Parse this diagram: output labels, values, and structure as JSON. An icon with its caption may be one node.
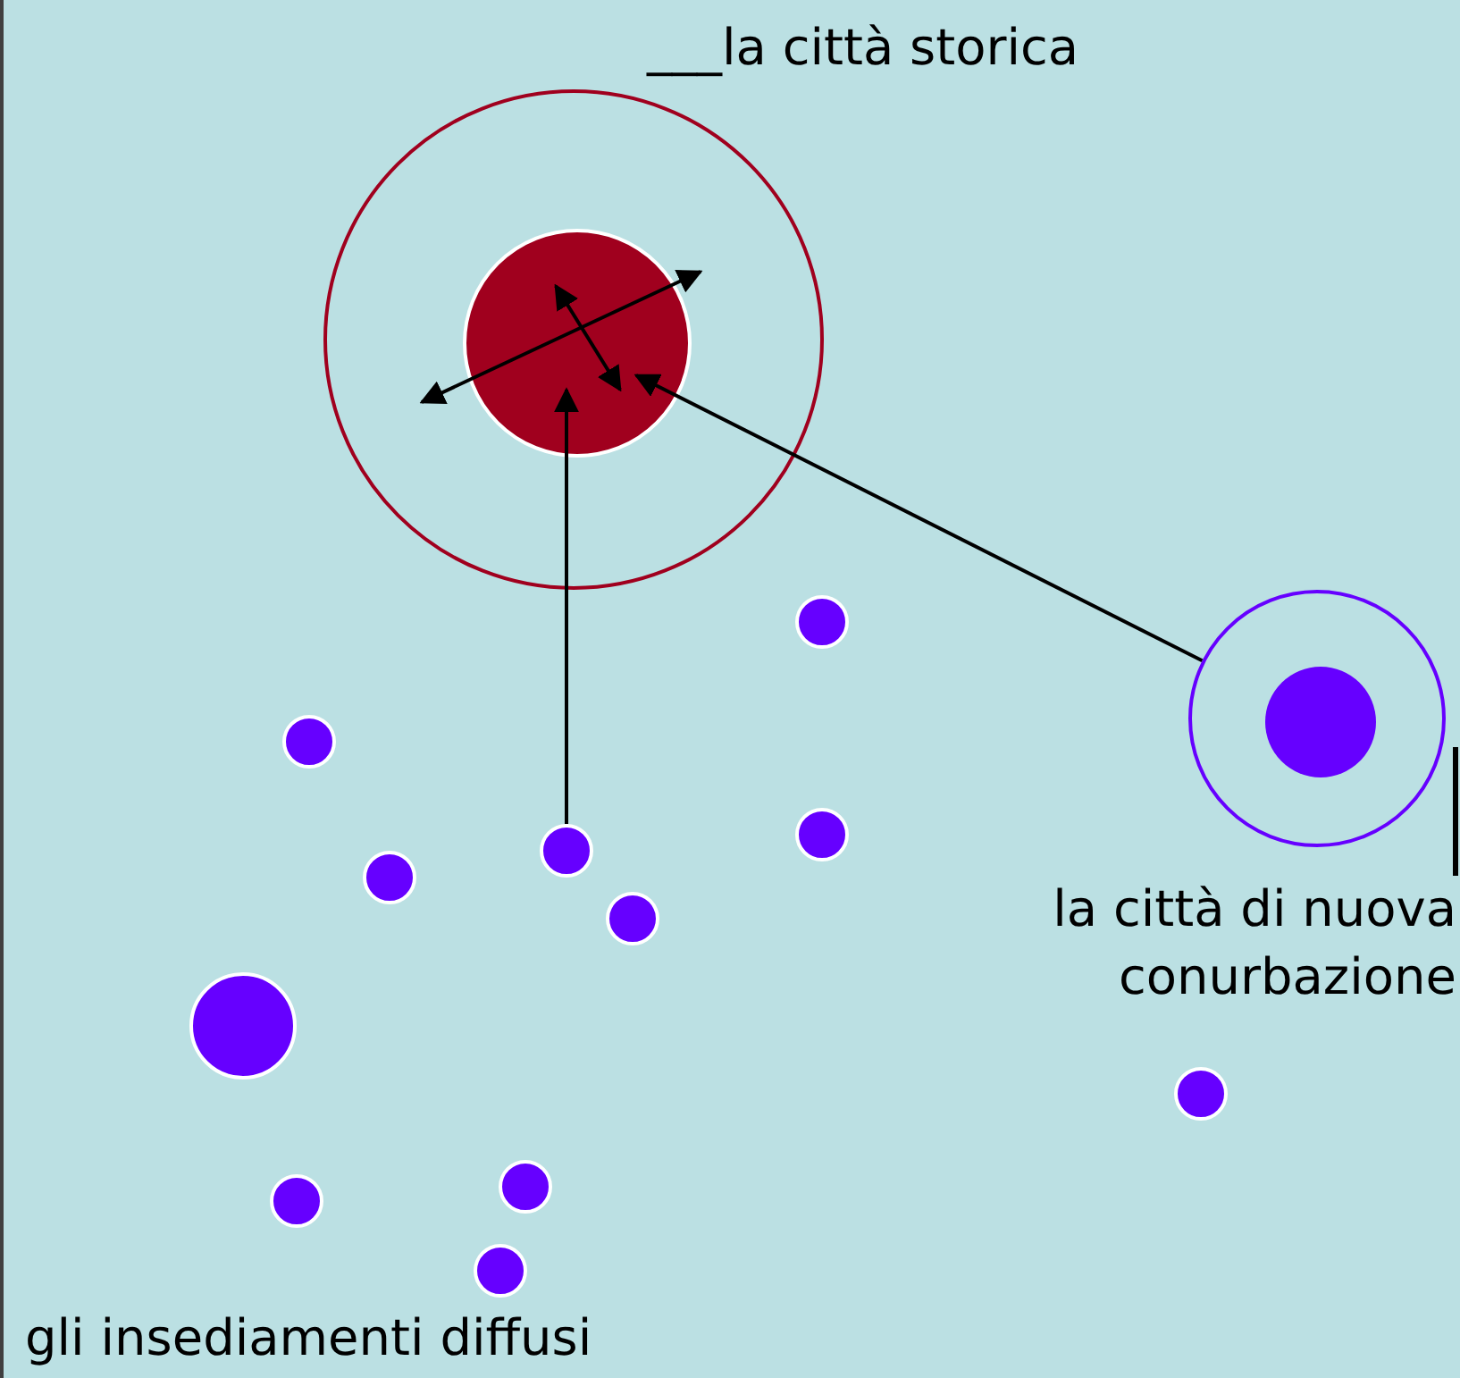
{
  "diagram": {
    "nodes": [
      {
        "text": [],
        "shape": "circle"
      },
      {
        "text": [],
        "shape": "circle",
        "in": 0
      },
      {
        "text": [],
        "shape": "circle"
      },
      {
        "text": [],
        "shape": "circle",
        "in": 2
      },
      {
        "text": [],
        "shape": "circle"
      },
      {
        "text": [],
        "shape": "circle"
      },
      {
        "text": [],
        "shape": "circle"
      },
      {
        "text": [],
        "shape": "circle"
      },
      {
        "text": [],
        "shape": "circle"
      },
      {
        "text": [],
        "shape": "circle"
      },
      {
        "text": [],
        "shape": "circle"
      },
      {
        "text": [],
        "shape": "circle"
      },
      {
        "text": [],
        "shape": "circle"
      },
      {
        "text": [],
        "shape": "circle"
      },
      {
        "text": [],
        "shape": "circle"
      }
    ],
    "edges": [
      {
        "from": 7,
        "to": 1,
        "arrow": "to"
      },
      {
        "from": 2,
        "to": 1,
        "arrow": "to"
      }
    ],
    "labels": [
      "___la città storica",
      "la città di nuova conurbazione",
      "gli insediamenti diffusi"
    ]
  }
}
